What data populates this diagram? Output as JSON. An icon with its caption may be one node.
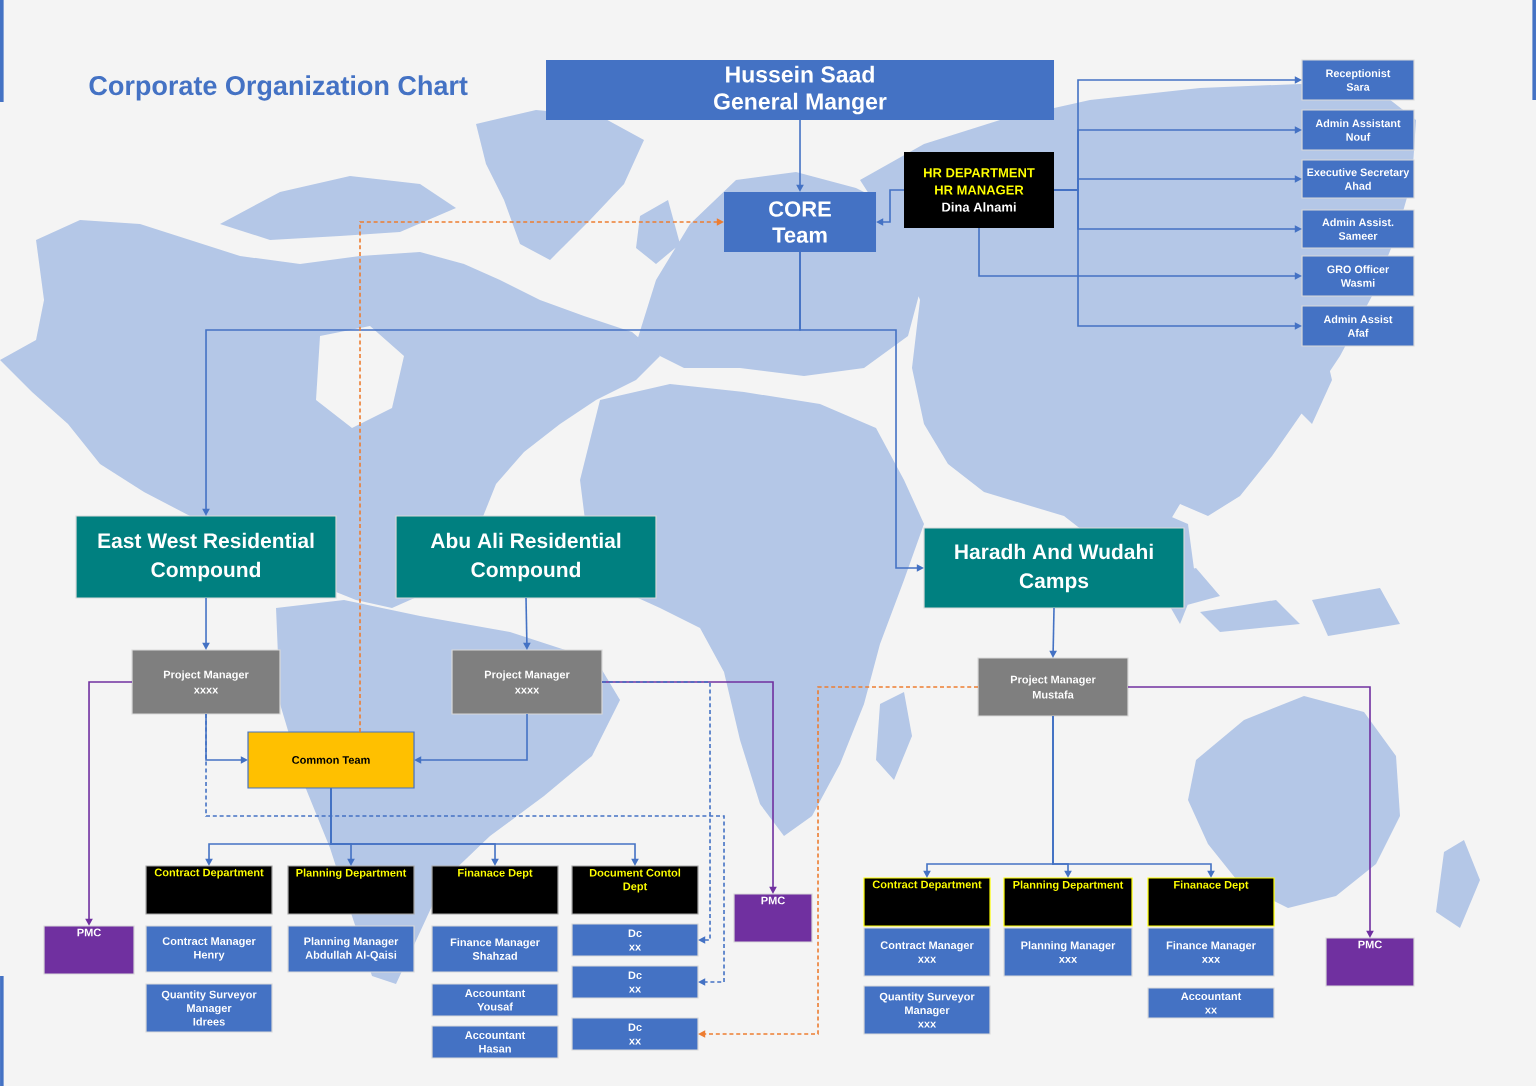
{
  "diagram": {
    "title": "Corporate Organization Chart",
    "nodes": [
      {
        "text": [
          "Hussein Saad",
          "General Manger"
        ]
      },
      {
        "text": [
          "CORE Team"
        ]
      },
      {
        "text": [
          "HR DEPARTMENT",
          "HR MANAGER",
          "Dina Alnami"
        ]
      },
      {
        "text": [
          "Receptionist",
          "Sara"
        ]
      },
      {
        "text": [
          "Admin Assistant",
          "Nouf"
        ]
      },
      {
        "text": [
          "Executive Secretary",
          "Ahad"
        ]
      },
      {
        "text": [
          "Admin Assist.",
          "Sameer"
        ]
      },
      {
        "text": [
          "GRO Officer",
          "Wasmi"
        ]
      },
      {
        "text": [
          "Admin Assist",
          "Afaf"
        ]
      },
      {
        "text": [
          "East West Residential Compound"
        ]
      },
      {
        "text": [
          "Abu Ali Residential Compound"
        ]
      },
      {
        "text": [
          "Haradh And Wudahi Camps"
        ]
      },
      {
        "text": [
          "Project Manager",
          "xxxx"
        ]
      },
      {
        "text": [
          "Project Manager",
          "xxxx"
        ]
      },
      {
        "text": [
          "Project Manager",
          "Mustafa"
        ]
      },
      {
        "text": [
          "Common Team"
        ]
      },
      {
        "text": [
          "PMC"
        ]
      },
      {
        "text": [
          "Contract Department"
        ]
      },
      {
        "text": [
          "Planning Department"
        ]
      },
      {
        "text": [
          "Finanace Dept"
        ]
      },
      {
        "text": [
          "Document Contol Dept"
        ]
      },
      {
        "text": [
          "PMC"
        ]
      },
      {
        "text": [
          "Contract Manager",
          "Henry"
        ]
      },
      {
        "text": [
          "Quantity Surveyor Manager",
          "Idrees"
        ]
      },
      {
        "text": [
          "Planning Manager",
          "Abdullah Al-Qaisi"
        ]
      },
      {
        "text": [
          "Finance Manager",
          "Shahzad"
        ]
      },
      {
        "text": [
          "Accountant",
          "Yousaf"
        ]
      },
      {
        "text": [
          "Accountant",
          "Hasan"
        ]
      },
      {
        "text": [
          "Dc",
          "xx"
        ]
      },
      {
        "text": [
          "Dc",
          "xx"
        ]
      },
      {
        "text": [
          "Dc",
          "xx"
        ]
      },
      {
        "text": [
          "Contract Department"
        ]
      },
      {
        "text": [
          "Planning Department"
        ]
      },
      {
        "text": [
          "Finanace Dept"
        ]
      },
      {
        "text": [
          "PMC"
        ]
      },
      {
        "text": [
          "Contract Manager",
          "xxx"
        ]
      },
      {
        "text": [
          "Quantity Surveyor Manager",
          "xxx"
        ]
      },
      {
        "text": [
          "Planning Manager",
          "xxx"
        ]
      },
      {
        "text": [
          "Finance Manager",
          "xxx"
        ]
      },
      {
        "text": [
          "Accountant",
          "xx"
        ]
      }
    ],
    "edges": [
      {
        "from": 0,
        "to": 1,
        "arrow": "to"
      },
      {
        "from": 2,
        "to": 1,
        "arrow": "to"
      },
      {
        "from": 2,
        "to": 3,
        "arrow": "to"
      },
      {
        "from": 2,
        "to": 4,
        "arrow": "to"
      },
      {
        "from": 2,
        "to": 5,
        "arrow": "to"
      },
      {
        "from": 2,
        "to": 6,
        "arrow": "to"
      },
      {
        "from": 2,
        "to": 7,
        "arrow": "to"
      },
      {
        "from": 2,
        "to": 8,
        "arrow": "to"
      },
      {
        "from": 1,
        "to": 9,
        "arrow": "to"
      },
      {
        "from": 1,
        "to": 11,
        "arrow": "to"
      },
      {
        "from": 9,
        "to": 12,
        "arrow": "to"
      },
      {
        "from": 10,
        "to": 13,
        "arrow": "to"
      },
      {
        "from": 11,
        "to": 14,
        "arrow": "to"
      },
      {
        "from": 12,
        "to": 15,
        "arrow": "to"
      },
      {
        "from": 13,
        "to": 15,
        "arrow": "to"
      },
      {
        "from": 12,
        "to": 16,
        "arrow": "to",
        "color": "#7030a0"
      },
      {
        "from": 13,
        "to": 21,
        "arrow": "to",
        "color": "#7030a0"
      },
      {
        "from": 14,
        "to": 34,
        "arrow": "to",
        "color": "#7030a0"
      },
      {
        "from": 15,
        "to": 1,
        "arrow": "to",
        "style": "dashed",
        "color": "#ed7d31"
      },
      {
        "from": 15,
        "to": 17,
        "arrow": "to"
      },
      {
        "from": 15,
        "to": 18,
        "arrow": "to"
      },
      {
        "from": 15,
        "to": 19,
        "arrow": "to"
      },
      {
        "from": 15,
        "to": 20,
        "arrow": "to"
      },
      {
        "from": 12,
        "to": 29,
        "arrow": "to",
        "style": "dashed"
      },
      {
        "from": 13,
        "to": 28,
        "arrow": "to",
        "style": "dashed"
      },
      {
        "from": 14,
        "to": 30,
        "arrow": "to",
        "style": "dashed",
        "color": "#ed7d31"
      },
      {
        "from": 14,
        "to": 31,
        "arrow": "to"
      },
      {
        "from": 14,
        "to": 32,
        "arrow": "to"
      },
      {
        "from": 14,
        "to": 33,
        "arrow": "to"
      }
    ]
  }
}
